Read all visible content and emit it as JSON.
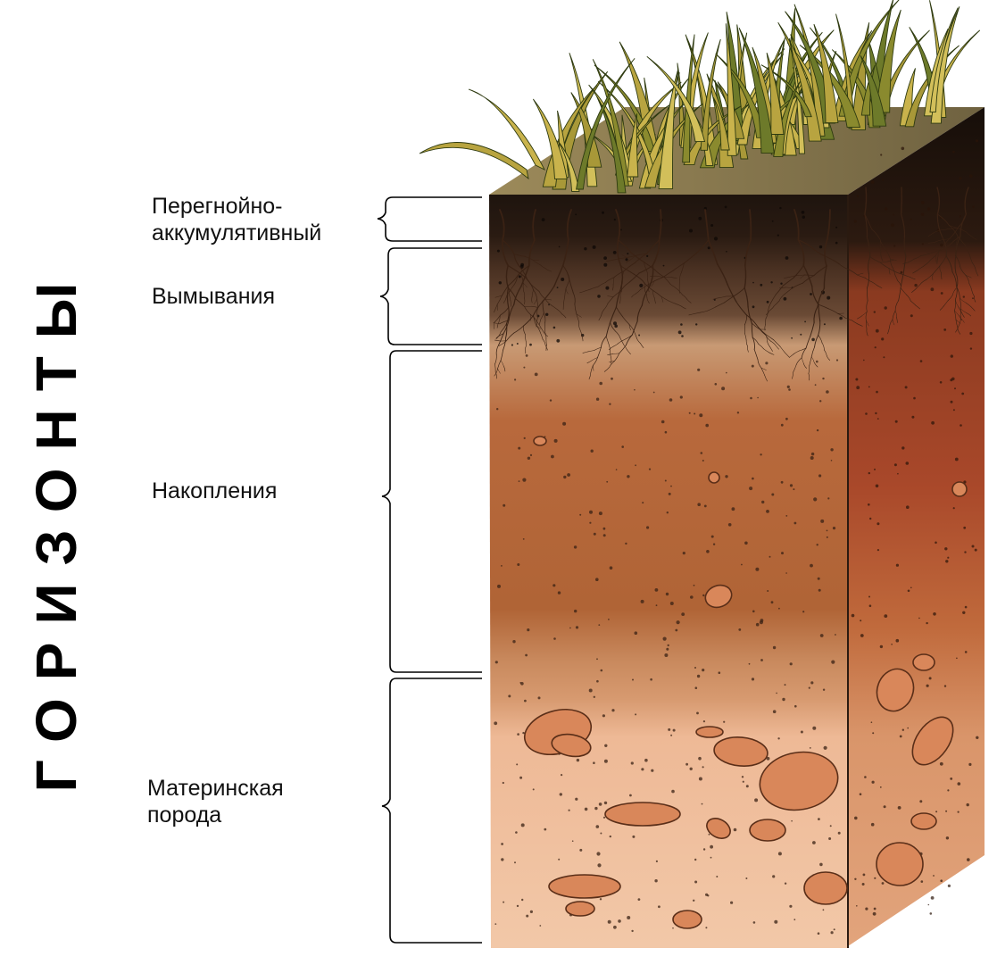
{
  "title": "ГОРИЗОНТЫ",
  "horizons": [
    {
      "line1": "Перегнойно-",
      "line2": "аккумулятивный"
    },
    {
      "line1": "Вымывания"
    },
    {
      "line1": "Накопления"
    },
    {
      "line1": "Материнская",
      "line2": "порода"
    }
  ],
  "colors": {
    "humus": "#2a1b12",
    "eluvial": "#5a3a28",
    "illuvial": "#b8683a",
    "parent": "#e8b08a",
    "grass": "#b8a440",
    "roots": "#3a2214",
    "bracket": "#000000"
  },
  "icons": [
    "grass-icon",
    "root-icon",
    "pebble-icon"
  ]
}
